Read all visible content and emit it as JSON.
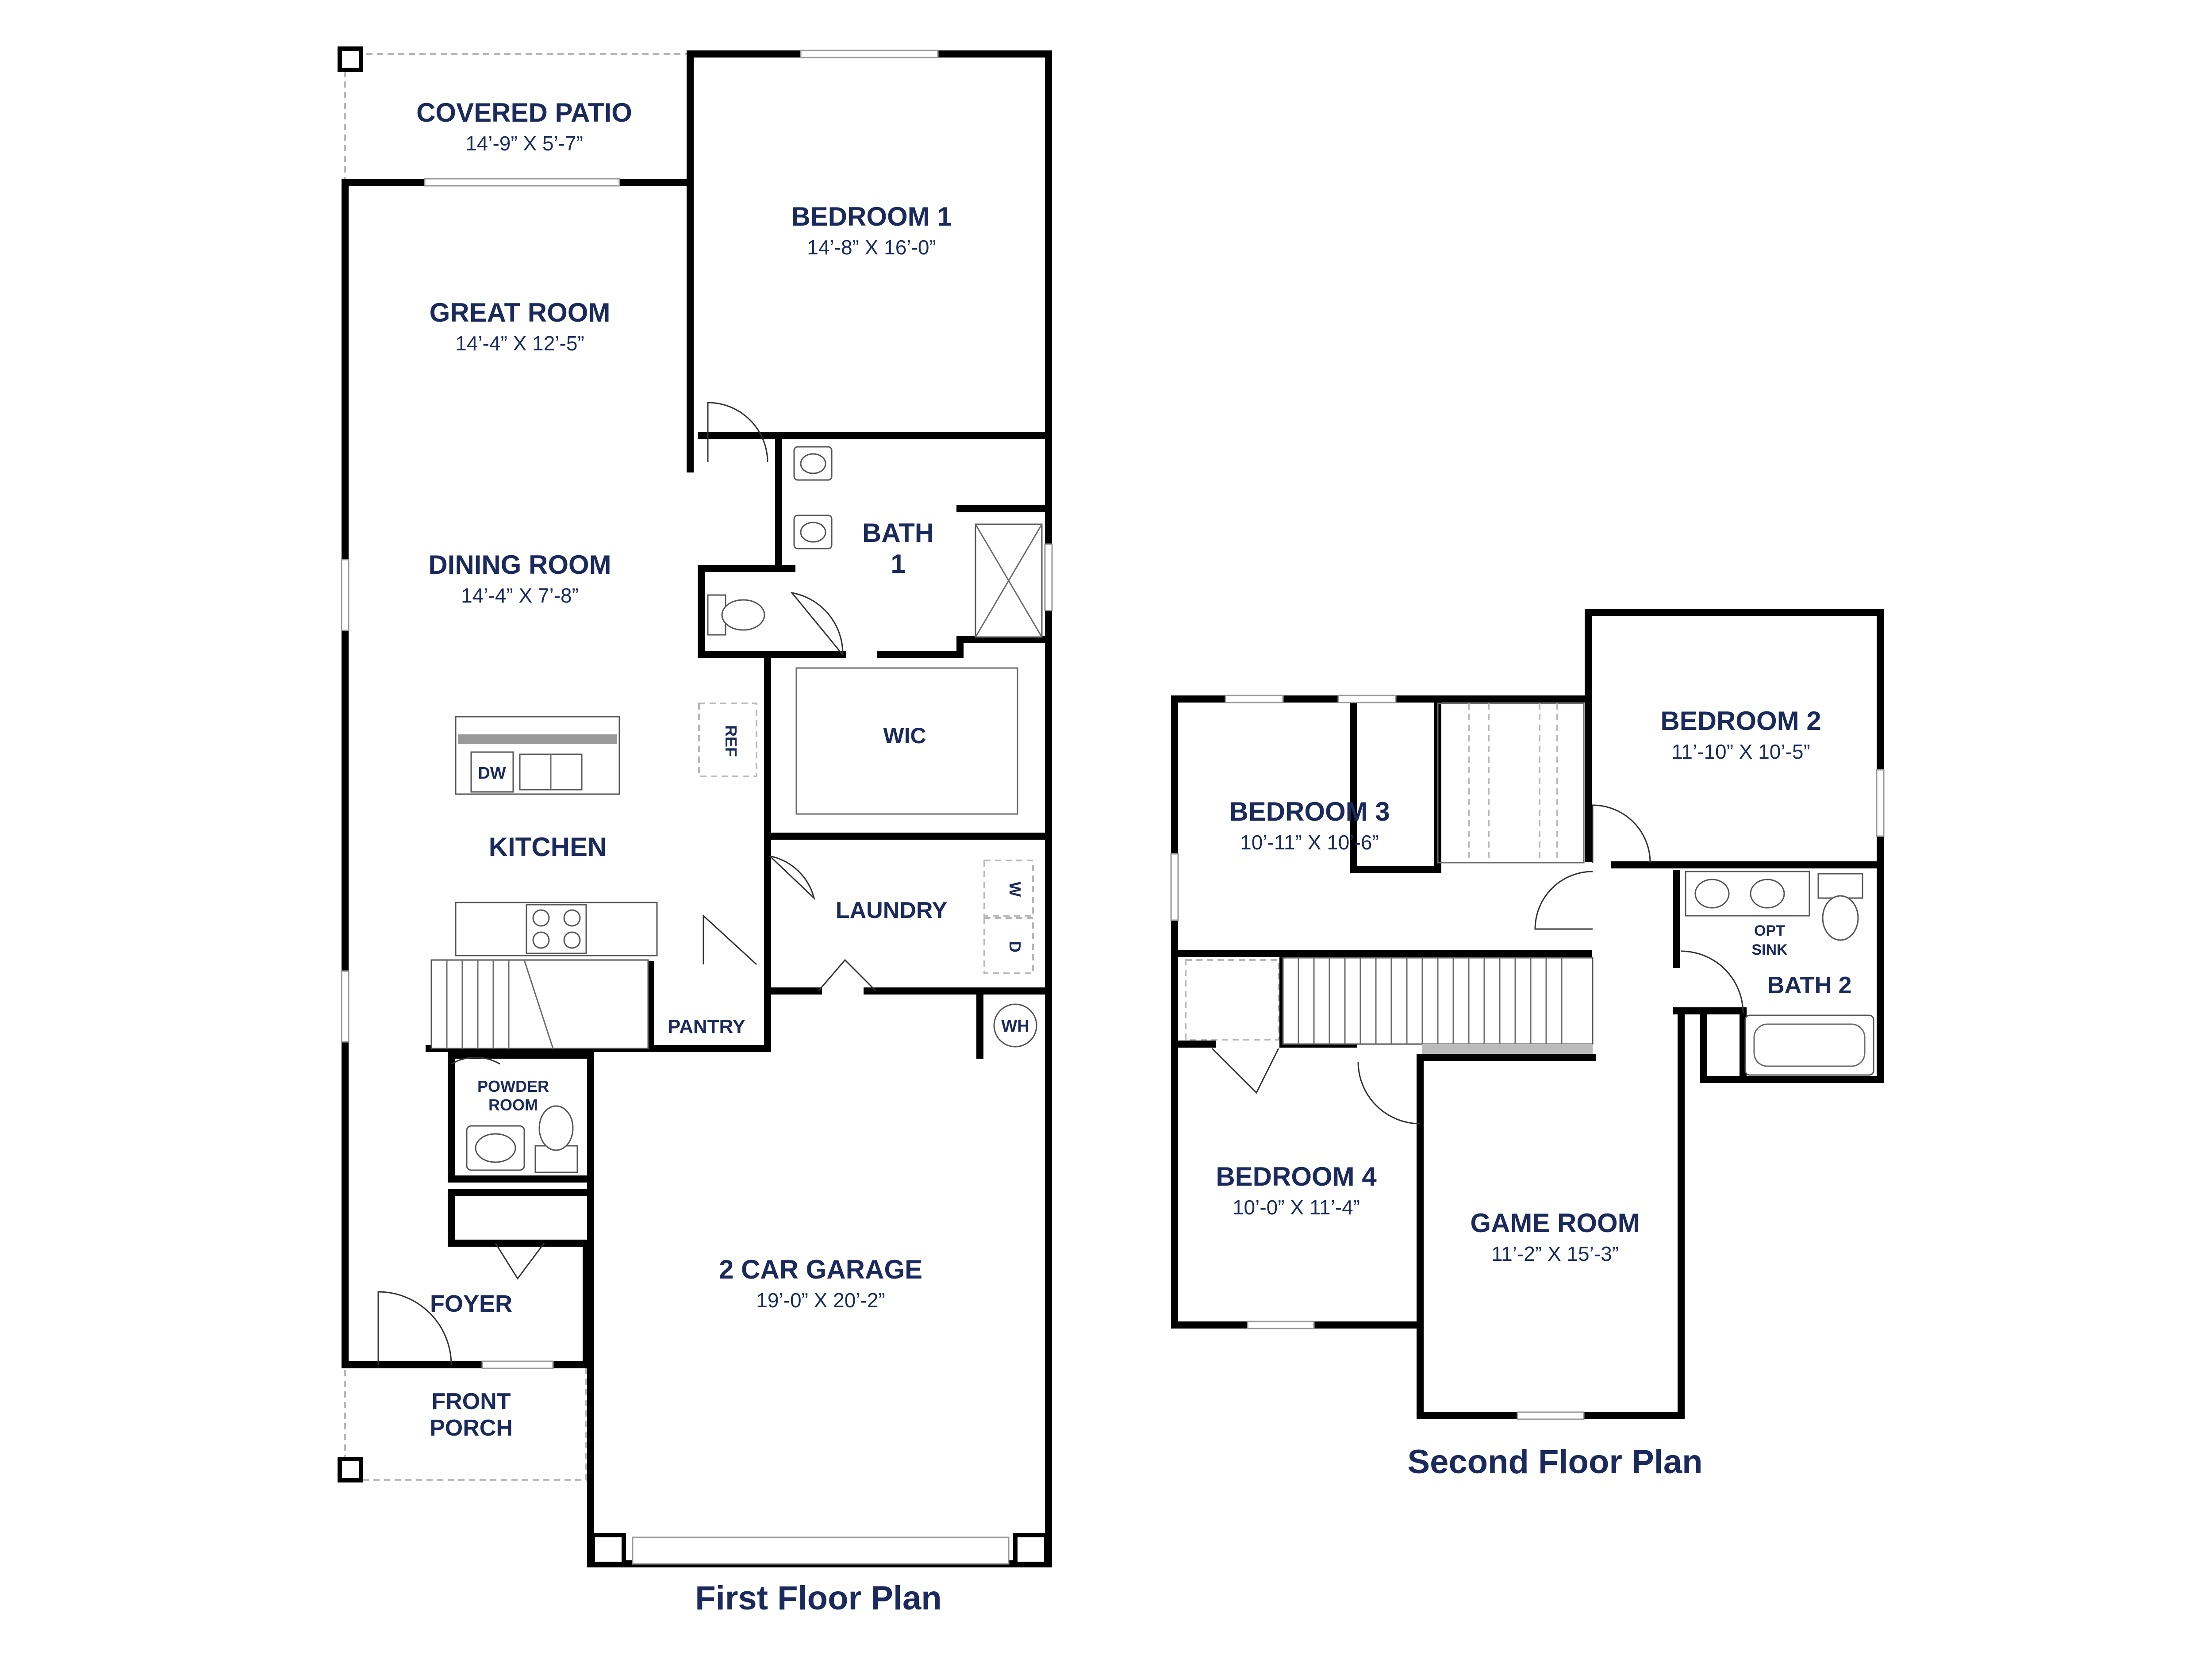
{
  "colors": {
    "label": "#1b2a5c",
    "wall": "#000000",
    "background": "#ffffff"
  },
  "first_floor": {
    "title": "First Floor Plan",
    "rooms": {
      "covered_patio": {
        "name": "COVERED PATIO",
        "dims": "14’-9” X 5’-7”"
      },
      "bedroom1": {
        "name": "BEDROOM 1",
        "dims": "14’-8” X 16’-0”"
      },
      "great_room": {
        "name": "GREAT ROOM",
        "dims": "14’-4” X 12’-5”"
      },
      "bath1": {
        "name_line1": "BATH",
        "name_line2": "1"
      },
      "dining_room": {
        "name": "DINING ROOM",
        "dims": "14’-4” X 7’-8”"
      },
      "wic": {
        "name": "WIC"
      },
      "kitchen": {
        "name": "KITCHEN"
      },
      "laundry": {
        "name": "LAUNDRY"
      },
      "pantry": {
        "name": "PANTRY"
      },
      "powder_room": {
        "name_line1": "POWDER",
        "name_line2": "ROOM"
      },
      "foyer": {
        "name": "FOYER"
      },
      "front_porch": {
        "name_line1": "FRONT",
        "name_line2": "PORCH"
      },
      "garage": {
        "name": "2 CAR GARAGE",
        "dims": "19’-0” X 20’-2”"
      }
    },
    "fixtures": {
      "dw": "DW",
      "ref": "REF",
      "washer": "W",
      "dryer": "D",
      "water_heater": "WH"
    }
  },
  "second_floor": {
    "title": "Second Floor Plan",
    "rooms": {
      "bedroom2": {
        "name": "BEDROOM 2",
        "dims": "11’-10” X 10’-5”"
      },
      "bedroom3": {
        "name": "BEDROOM 3",
        "dims": "10’-11” X 10’-6”"
      },
      "bath2": {
        "name": "BATH 2",
        "opt_line1": "OPT",
        "opt_line2": "SINK"
      },
      "bedroom4": {
        "name": "BEDROOM 4",
        "dims": "10’-0” X 11’-4”"
      },
      "game_room": {
        "name": "GAME ROOM",
        "dims": "11’-2” X 15’-3”"
      }
    }
  }
}
